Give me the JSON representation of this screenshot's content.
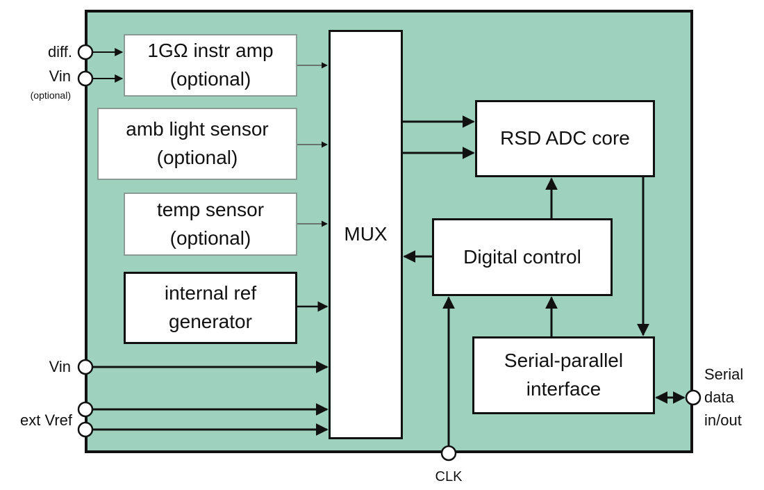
{
  "blocks": {
    "instr_amp": {
      "line1": "1GΩ instr amp",
      "line2": "(optional)"
    },
    "amb_light": {
      "line1": "amb light sensor",
      "line2": "(optional)"
    },
    "temp_sensor": {
      "line1": "temp sensor",
      "line2": "(optional)"
    },
    "ref_gen": {
      "line1": "internal ref",
      "line2": "generator"
    },
    "mux": "MUX",
    "adc_core": "RSD ADC core",
    "digital_control": "Digital control",
    "serial_parallel": {
      "line1": "Serial-parallel",
      "line2": "interface"
    }
  },
  "pins": {
    "diff": "diff.",
    "vin_top": "Vin",
    "optional": "(optional)",
    "vin": "Vin",
    "ext_vref": "ext Vref",
    "clk": "CLK",
    "serial": {
      "line1": "Serial",
      "line2": "data",
      "line3": "in/out"
    }
  },
  "colors": {
    "chip_fill": "#9fd1bf",
    "border": "#111111",
    "thin_border": "#8a9a94",
    "block_fill": "#ffffff"
  }
}
